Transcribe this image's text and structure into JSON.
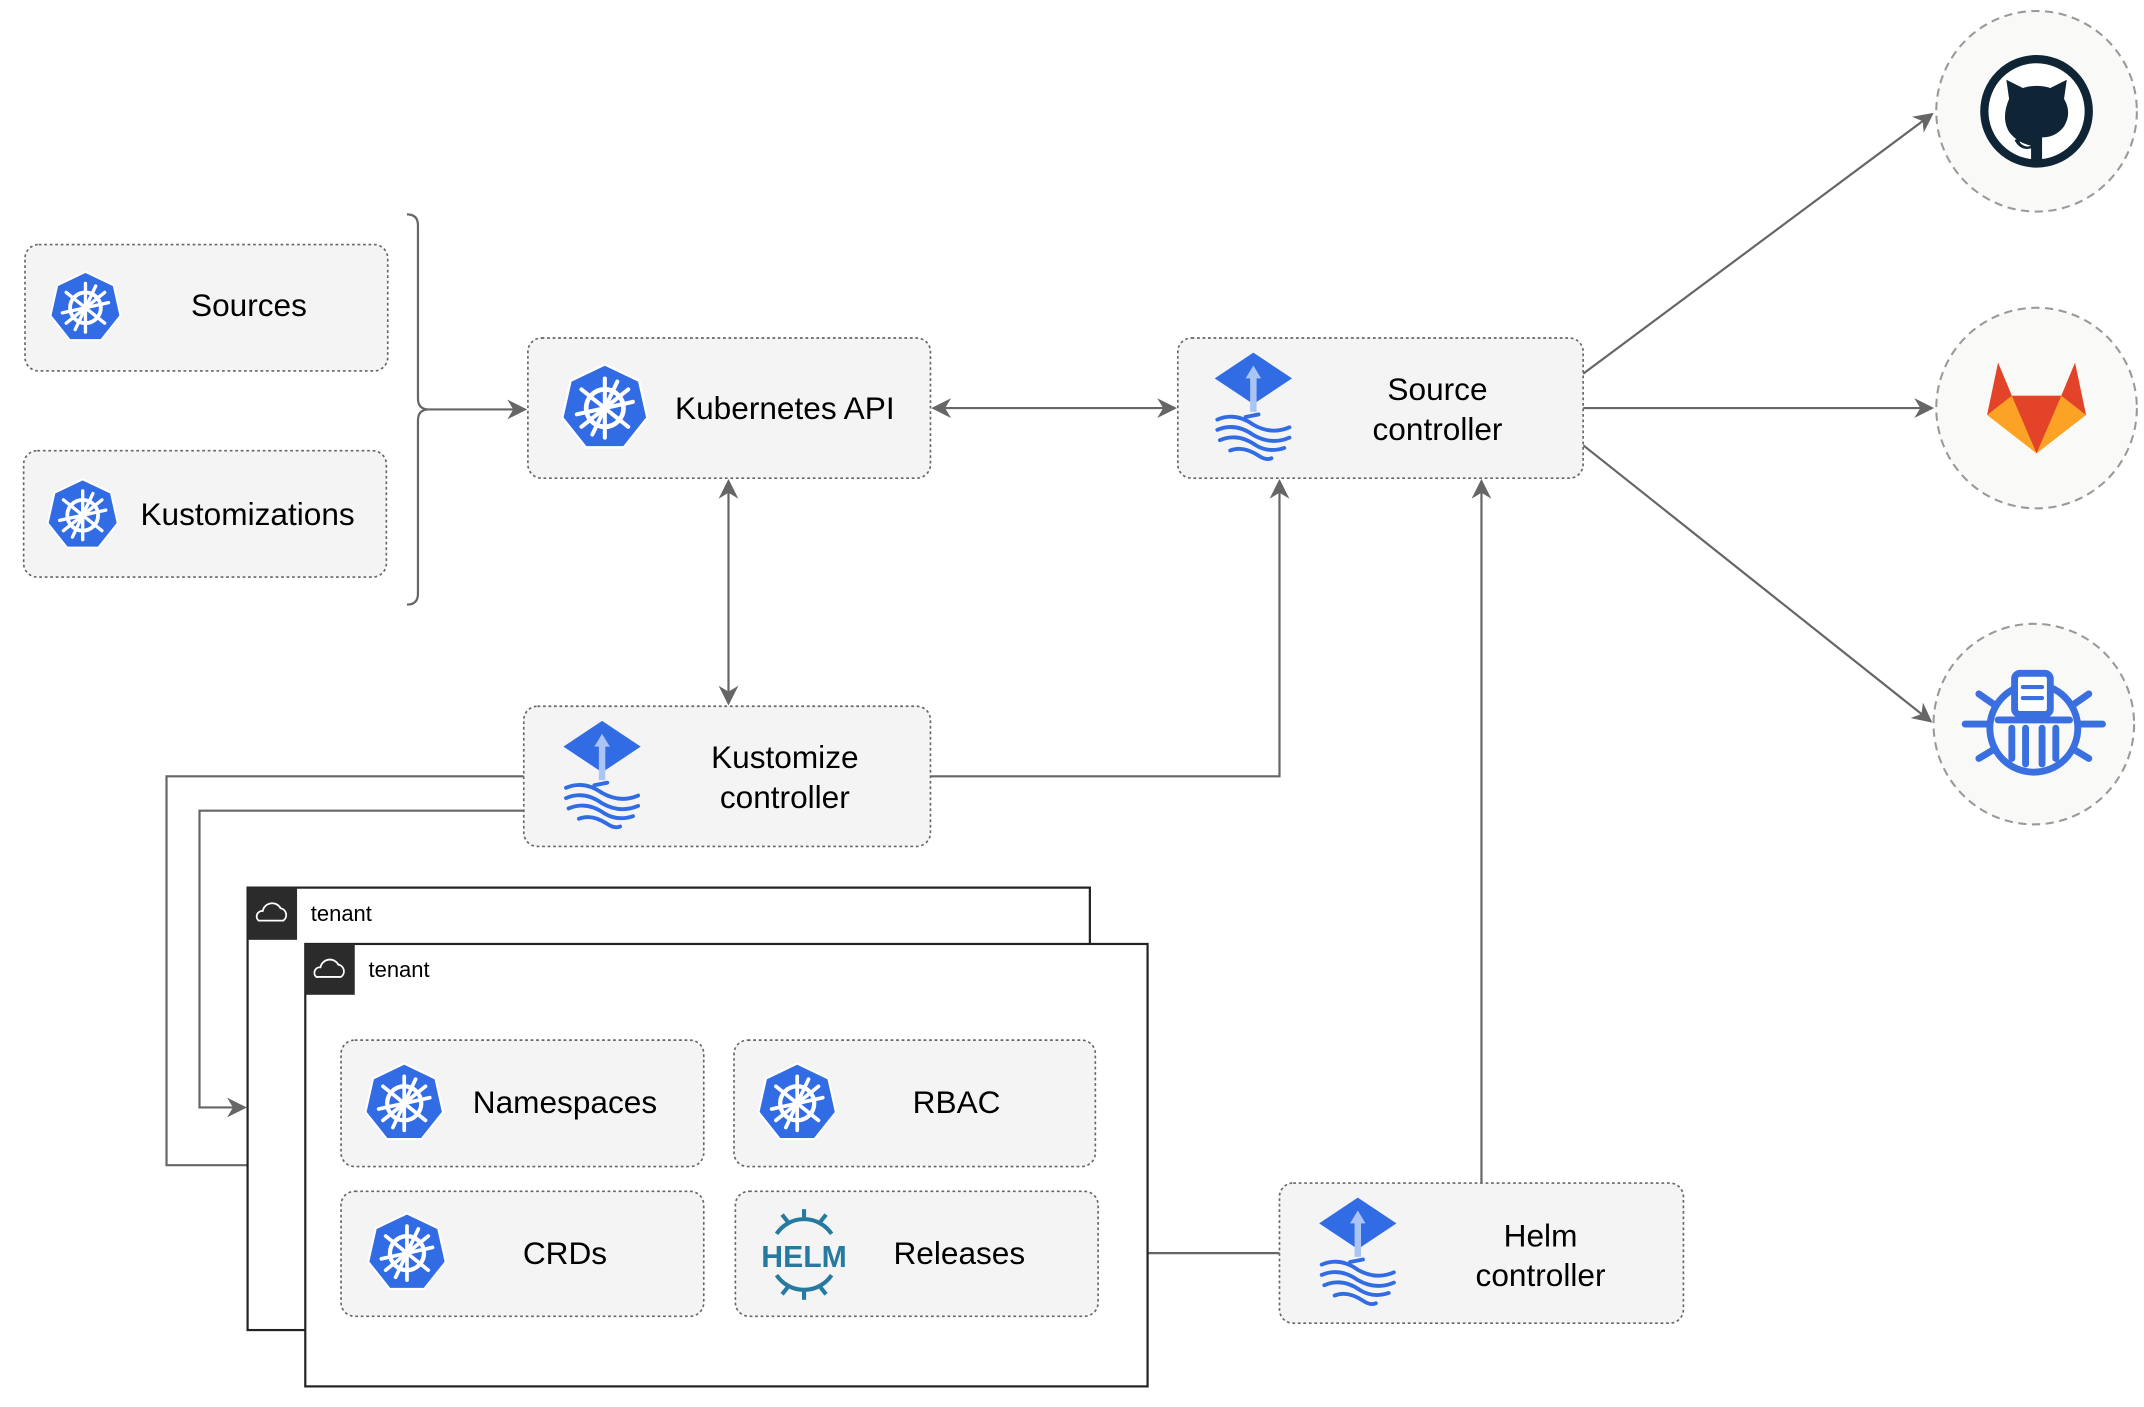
{
  "nodes": {
    "sources": "Sources",
    "kustomizations": "Kustomizations",
    "kubernetes_api": "Kubernetes API",
    "source_controller": [
      "Source",
      "controller"
    ],
    "kustomize_controller": [
      "Kustomize",
      "controller"
    ],
    "helm_controller": [
      "Helm",
      "controller"
    ],
    "namespaces": "Namespaces",
    "rbac": "RBAC",
    "crds": "CRDs",
    "releases": "Releases",
    "helm_logo": "HELM"
  },
  "tenants": [
    "tenant",
    "tenant"
  ],
  "external_sources": [
    "github-icon",
    "gitlab-icon",
    "bucket-icon"
  ],
  "colors": {
    "kubernetes_blue": "#326ce5",
    "gitlab_orange": "#e24329",
    "github_dark": "#0f2536",
    "helm_blue": "#277a9f"
  }
}
